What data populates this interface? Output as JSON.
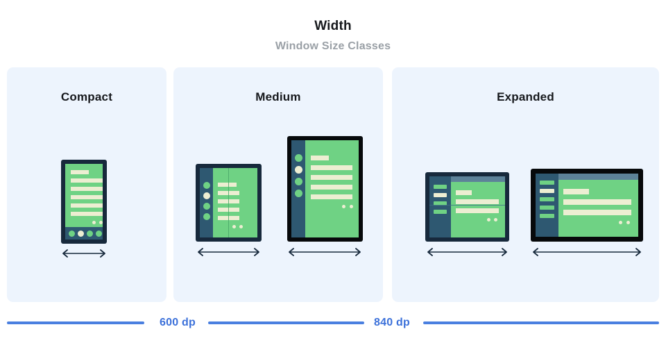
{
  "header": {
    "title": "Width",
    "subtitle": "Window Size Classes"
  },
  "colors": {
    "card_background": "#edf4fd",
    "page_background": "#ffffff",
    "screen_green": "#6fd284",
    "content_cream": "#edeed2",
    "bezel_navy": "#17293c",
    "bezel_black": "#07090b",
    "rail_blue": "#2e5871",
    "topbar_blue": "#5d8299",
    "accent_blue": "#3c71da",
    "title_text": "#16181c",
    "subtitle_text": "#9aa0a6"
  },
  "cards": [
    {
      "id": "compact",
      "label": "Compact",
      "devices": [
        {
          "name": "phone-portrait",
          "orientation": "portrait",
          "bezel": "navy",
          "has_bottom_navbar": true,
          "nav_dots": 4,
          "nav_active_index": 1,
          "content_lines": 6,
          "mini_dots": 2
        }
      ]
    },
    {
      "id": "medium",
      "label": "Medium",
      "devices": [
        {
          "name": "foldable-unfolded-portrait",
          "orientation": "portrait",
          "bezel": "navy",
          "has_fold_line": true,
          "rail_dots": 4,
          "rail_active_index": 1,
          "content_lines": 5,
          "mini_dots": 2
        },
        {
          "name": "tablet-portrait",
          "orientation": "portrait",
          "bezel": "black",
          "rail_dots": 4,
          "rail_active_index": 1,
          "content_lines": 5,
          "mini_dots": 2
        }
      ]
    },
    {
      "id": "expanded",
      "label": "Expanded",
      "devices": [
        {
          "name": "foldable-landscape",
          "orientation": "landscape",
          "bezel": "navy",
          "has_fold_line": true,
          "rail_bars": 4,
          "rail_active_index": 1,
          "content_lines": 3,
          "mini_dots": 2
        },
        {
          "name": "tablet-landscape",
          "orientation": "landscape",
          "bezel": "black",
          "rail_bars": 5,
          "rail_active_index": 1,
          "content_lines": 3,
          "mini_dots": 2
        }
      ]
    }
  ],
  "width_arrows": [
    {
      "for": "phone-portrait",
      "kind": "double-headed-arrow"
    },
    {
      "for": "foldable-unfolded-portrait",
      "kind": "double-headed-arrow"
    },
    {
      "for": "tablet-portrait",
      "kind": "double-headed-arrow"
    },
    {
      "for": "foldable-landscape",
      "kind": "double-headed-arrow"
    },
    {
      "for": "tablet-landscape",
      "kind": "double-headed-arrow"
    }
  ],
  "scale": {
    "breakpoints": [
      {
        "label": "600 dp",
        "value": 600,
        "unit": "dp"
      },
      {
        "label": "840 dp",
        "value": 840,
        "unit": "dp"
      }
    ]
  }
}
